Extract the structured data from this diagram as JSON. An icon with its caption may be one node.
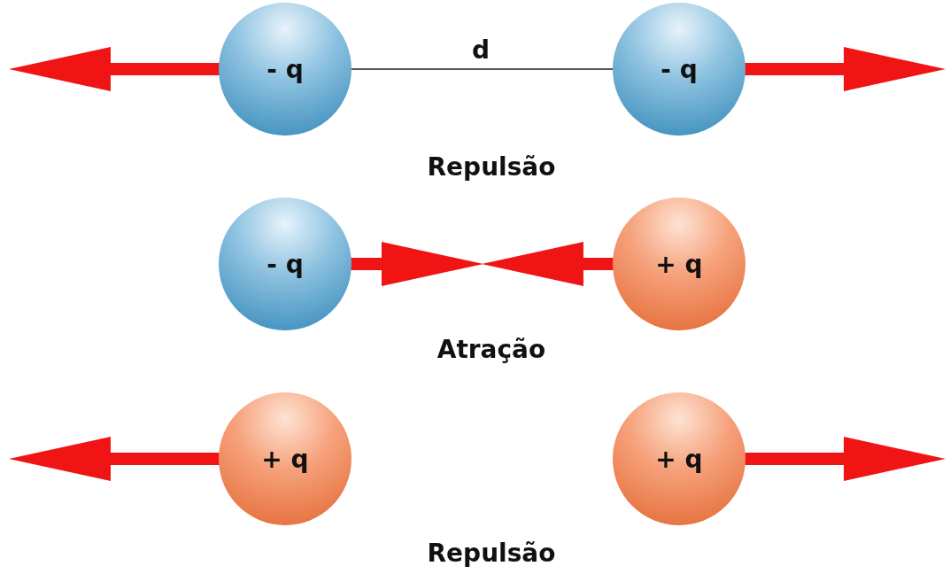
{
  "diagram": {
    "nodes": [
      {
        "text": [
          "- q"
        ]
      },
      {
        "text": [
          "- q"
        ]
      },
      {
        "text": [
          "- q"
        ]
      },
      {
        "text": [
          "+ q"
        ]
      },
      {
        "text": [
          "+ q"
        ]
      },
      {
        "text": [
          "+ q"
        ]
      }
    ],
    "labels": [
      "d",
      "Repulsão",
      "Atração",
      "Repulsão"
    ]
  }
}
